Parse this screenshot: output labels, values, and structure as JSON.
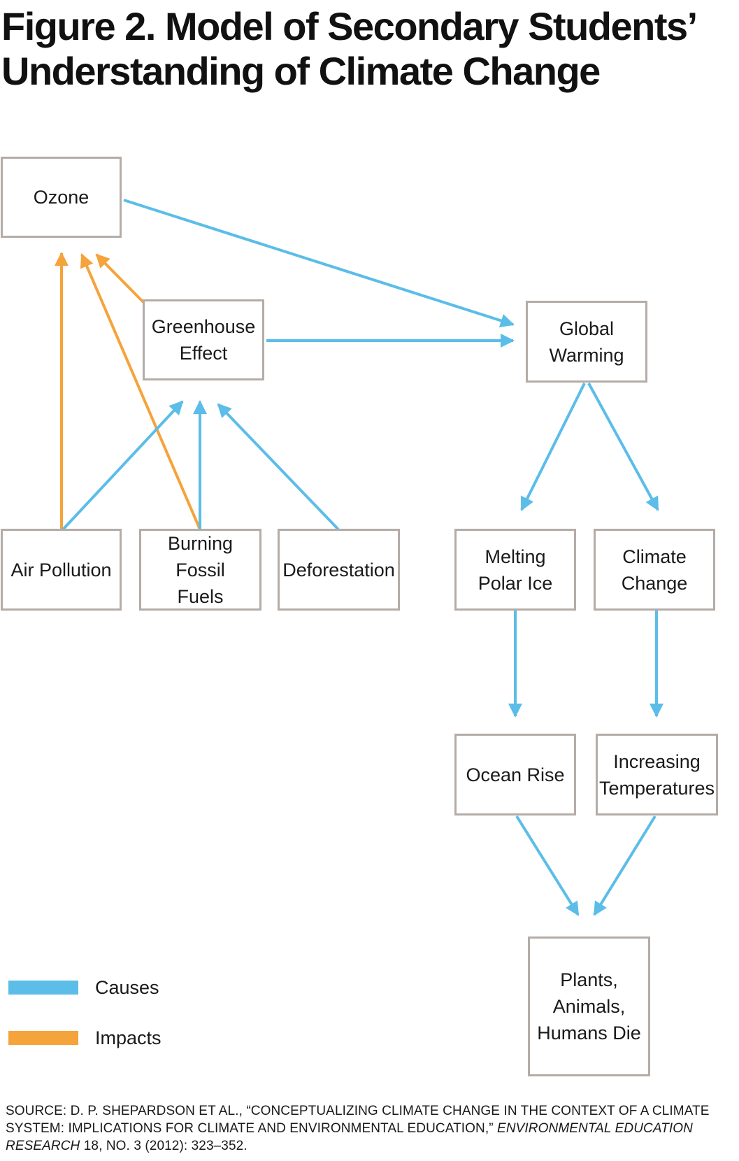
{
  "figure": {
    "title_line1": "Figure 2. Model of Secondary Students’",
    "title_line2": "Understanding of Climate Change"
  },
  "colors": {
    "causes": "#5bbde8",
    "impacts": "#f5a33b",
    "node_border": "#b5aca7"
  },
  "nodes": {
    "ozone": "Ozone",
    "greenhouse_effect": [
      "Greenhouse",
      "Effect"
    ],
    "global_warming": [
      "Global",
      "Warming"
    ],
    "air_pollution": "Air Pollution",
    "burning_fossil_fuels": [
      "Burning Fossil",
      "Fuels"
    ],
    "deforestation": "Deforestation",
    "melting_polar_ice": [
      "Melting",
      "Polar Ice"
    ],
    "climate_change": [
      "Climate",
      "Change"
    ],
    "ocean_rise": "Ocean Rise",
    "increasing_temperatures": [
      "Increasing",
      "Temperatures"
    ],
    "plants_animals_humans_die": [
      "Plants,",
      "Animals,",
      "Humans Die"
    ]
  },
  "edges": [
    {
      "from": "ozone",
      "to": "global_warming",
      "type": "causes"
    },
    {
      "from": "greenhouse_effect",
      "to": "global_warming",
      "type": "causes"
    },
    {
      "from": "greenhouse_effect",
      "to": "ozone",
      "type": "impacts"
    },
    {
      "from": "air_pollution",
      "to": "ozone",
      "type": "impacts"
    },
    {
      "from": "burning_fossil_fuels",
      "to": "ozone",
      "type": "impacts"
    },
    {
      "from": "air_pollution",
      "to": "greenhouse_effect",
      "type": "causes"
    },
    {
      "from": "burning_fossil_fuels",
      "to": "greenhouse_effect",
      "type": "causes"
    },
    {
      "from": "deforestation",
      "to": "greenhouse_effect",
      "type": "causes"
    },
    {
      "from": "global_warming",
      "to": "melting_polar_ice",
      "type": "causes"
    },
    {
      "from": "global_warming",
      "to": "climate_change",
      "type": "causes"
    },
    {
      "from": "melting_polar_ice",
      "to": "ocean_rise",
      "type": "causes"
    },
    {
      "from": "climate_change",
      "to": "increasing_temperatures",
      "type": "causes"
    },
    {
      "from": "ocean_rise",
      "to": "plants_animals_humans_die",
      "type": "causes"
    },
    {
      "from": "increasing_temperatures",
      "to": "plants_animals_humans_die",
      "type": "causes"
    }
  ],
  "legend": {
    "causes": "Causes",
    "impacts": "Impacts"
  },
  "source": {
    "prefix": "SOURCE: D. P. SHEPARDSON ET AL., “CONCEPTUALIZING CLIMATE CHANGE IN THE CONTEXT OF A CLIMATE SYSTEM: IMPLICATIONS FOR CLIMATE AND ENVIRONMENTAL EDUCATION,” ",
    "journal": "ENVIRONMENTAL EDUCATION RESEARCH",
    "suffix": " 18, NO. 3 (2012): 323–352."
  }
}
